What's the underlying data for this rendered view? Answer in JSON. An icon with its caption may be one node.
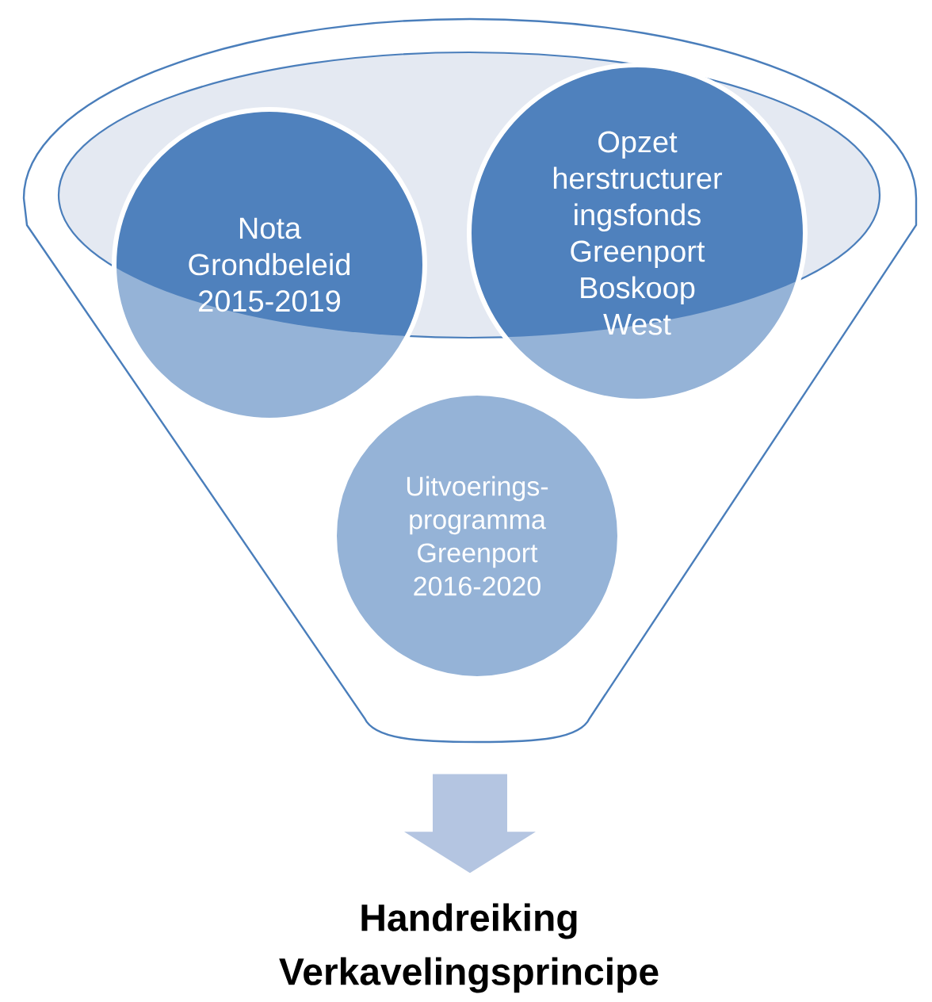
{
  "diagram": {
    "nodes": [
      {
        "text": [],
        "shape": "funnel"
      },
      {
        "text": [
          "Nota Grondbeleid 2015-2019"
        ],
        "in": 0
      },
      {
        "text": [
          "Opzet herstructurer ingsfonds Greenport Boskoop West"
        ],
        "in": 0
      },
      {
        "text": [
          "Uitvoerings- programma Greenport 2016-2020"
        ],
        "in": 0
      },
      {
        "text": [
          "Handreiking Verkavelingsprincipe"
        ]
      }
    ],
    "edges": [
      {
        "from": 0,
        "to": 4,
        "arrow": "to"
      }
    ]
  }
}
